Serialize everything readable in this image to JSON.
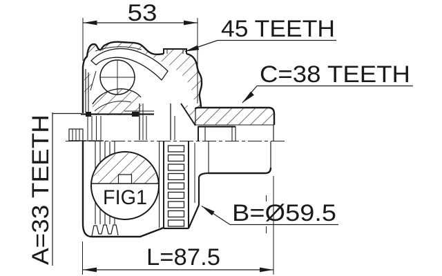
{
  "diagram": {
    "figure_label": "FIG1",
    "labels": {
      "width_top": "53",
      "abs_ring_teeth": "45 TEETH",
      "outer_spline_teeth": "C=38 TEETH",
      "inner_spline_teeth": "A=33 TEETH",
      "body_diameter": "B=Ø59.5",
      "total_length": "L=87.5"
    },
    "colors": {
      "ink": "#1a1a1a",
      "background": "#ffffff"
    }
  }
}
